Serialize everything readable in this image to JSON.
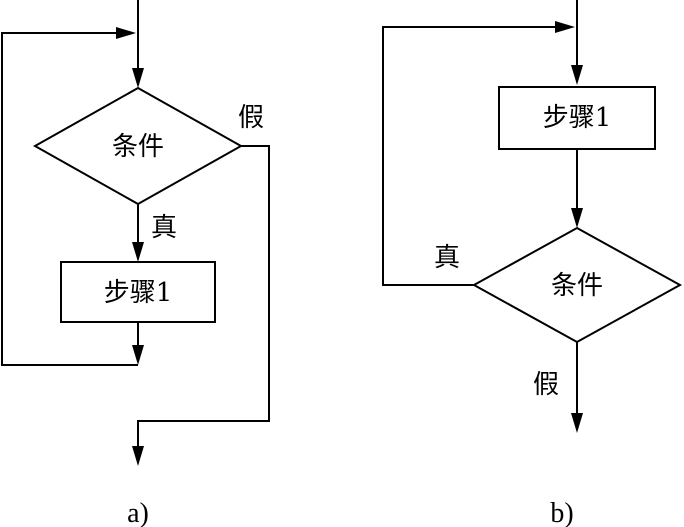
{
  "diagram_a": {
    "condition": "条件",
    "step": "步骤1",
    "true_label": "真",
    "false_label": "假",
    "caption": "a)"
  },
  "diagram_b": {
    "condition": "条件",
    "step": "步骤1",
    "true_label": "真",
    "false_label": "假",
    "caption": "b)"
  },
  "colors": {
    "stroke": "#000000",
    "background": "#ffffff"
  }
}
